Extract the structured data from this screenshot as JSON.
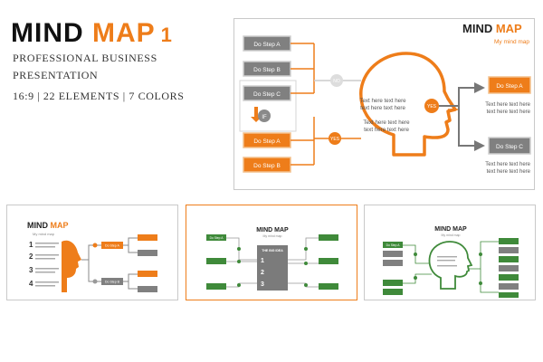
{
  "header": {
    "title_main": "MIND",
    "title_accent": "MAP",
    "title_number": "1",
    "subtitle_line1": "PROFESSIONAL BUSINESS",
    "subtitle_line2": "PRESENTATION",
    "meta": "16:9 | 22 ELEMENTS | 7 COLORS"
  },
  "colors": {
    "orange": "#ee7d1a",
    "gray": "#7b7b7b",
    "green": "#3f8a3a",
    "dark": "#222222"
  },
  "main_slide": {
    "title_main": "MIND",
    "title_accent": "MAP",
    "subtitle": "My mind map",
    "steps": [
      "Do Step A",
      "Do Step B",
      "Do Step C",
      "Do Step A",
      "Do Step B"
    ],
    "if_label": "IF",
    "no_label": "NO",
    "yes_label": "YES",
    "text_line1": "Text here text here",
    "text_line2": "text here text here",
    "out_top": "Do Step A",
    "out_bottom": "Do Step C"
  },
  "thumb1": {
    "title_main": "MIND",
    "title_accent": "MAP",
    "subtitle": "My mind map",
    "numbers": [
      "1",
      "2",
      "3",
      "4"
    ],
    "step_a": "Do Step A",
    "step_b": "Do Step B"
  },
  "thumb2": {
    "title": "MIND MAP",
    "subtitle": "My mind map",
    "center_title": "THE BIG IDEA",
    "numbers": [
      "1",
      "2",
      "3"
    ],
    "step": "Do Step A"
  },
  "thumb3": {
    "title": "MIND MAP",
    "subtitle": "My mind map",
    "step": "Do Step A"
  }
}
